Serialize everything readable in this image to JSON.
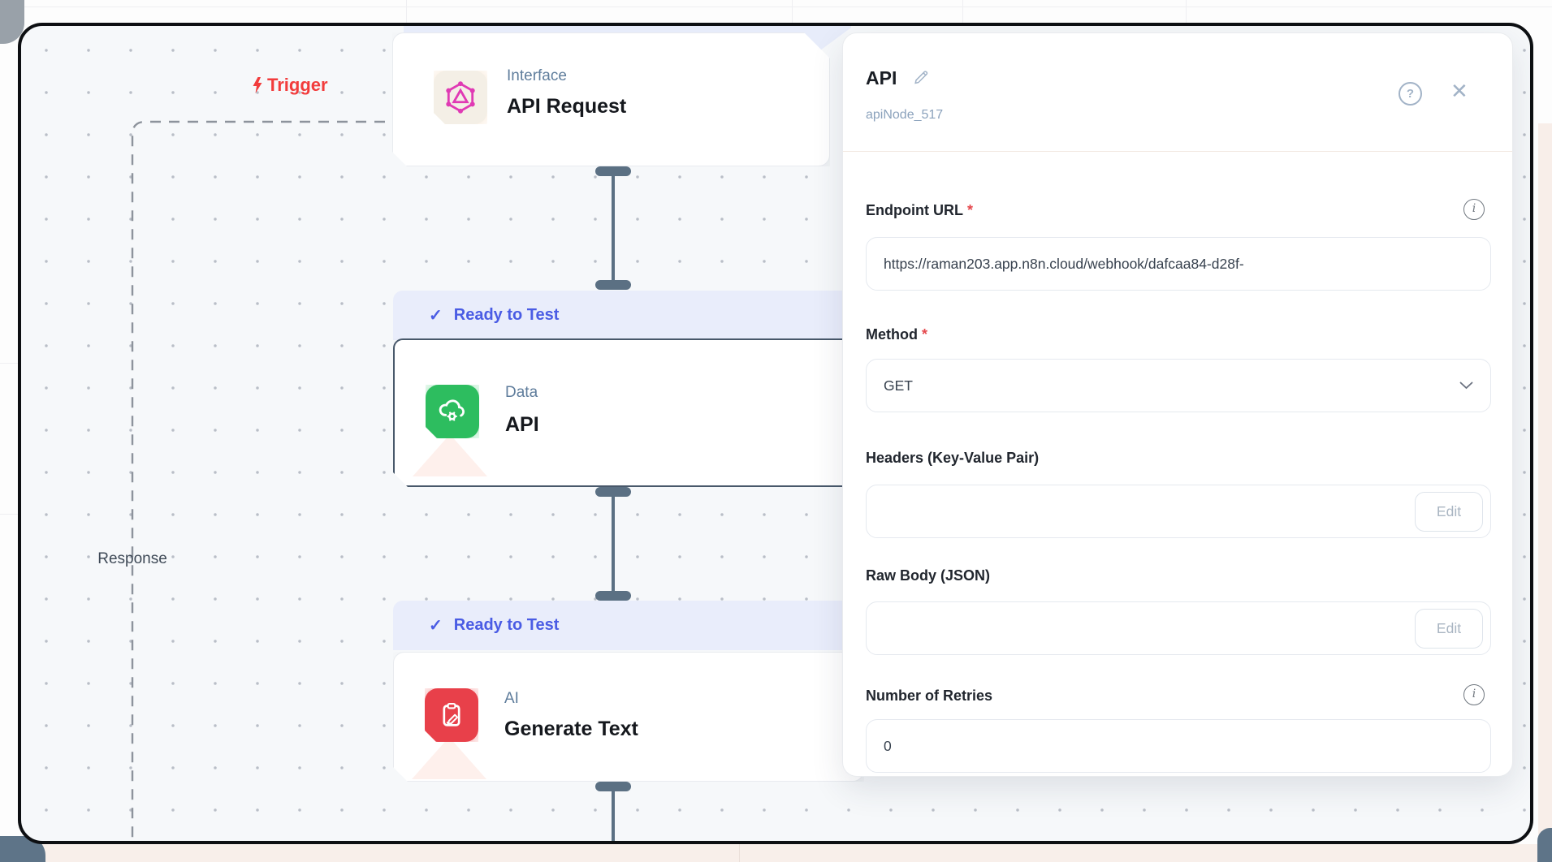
{
  "canvas": {
    "trigger_label": "Trigger",
    "response_label": "Response",
    "ready_badge": "Ready to Test",
    "check_glyph": "✓",
    "nodes": {
      "interface": {
        "category": "Interface",
        "title": "API Request"
      },
      "data": {
        "category": "Data",
        "title": "API"
      },
      "ai": {
        "category": "AI",
        "title": "Generate Text"
      }
    },
    "icons": {
      "interface": "graphql-icon",
      "data": "cloud-gear-icon",
      "ai": "clipboard-pencil-icon"
    }
  },
  "panel": {
    "title": "API",
    "node_id": "apiNode_517",
    "help_glyph": "?",
    "close_glyph": "✕",
    "info_glyph": "i",
    "endpoint": {
      "label": "Endpoint URL",
      "required": "*",
      "value": "https://raman203.app.n8n.cloud/webhook/dafcaa84-d28f-"
    },
    "method": {
      "label": "Method",
      "required": "*",
      "value": "GET"
    },
    "headers": {
      "label": "Headers (Key-Value Pair)",
      "button": "Edit"
    },
    "raw_body": {
      "label": "Raw Body (JSON)",
      "button": "Edit"
    },
    "retries": {
      "label": "Number of Retries",
      "value": "0"
    }
  },
  "colors": {
    "badge_blue": "#4a5ce4",
    "trigger_red": "#f23c3c",
    "node_green": "#2dbd5f",
    "node_red": "#e8404a",
    "graphql_pink": "#e03ab4",
    "connector_slate": "#5b7083",
    "selected_border": "#48586a",
    "canvas_bg": "#f6f8fa"
  }
}
